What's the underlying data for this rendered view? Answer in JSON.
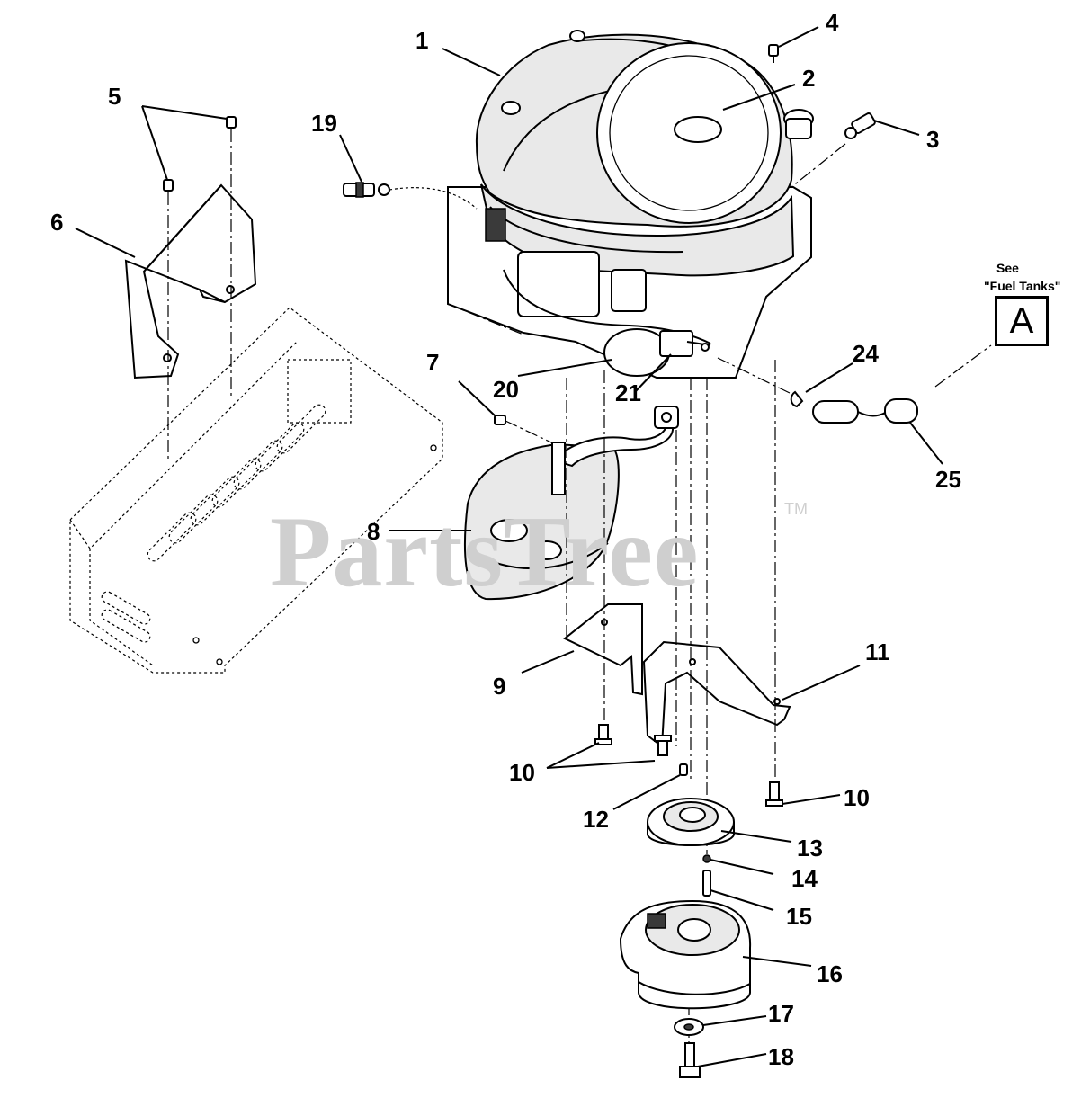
{
  "watermark": {
    "text": "PartsTree",
    "trademark": "TM"
  },
  "reference": {
    "see_label": "See",
    "section_label": "\"Fuel Tanks\"",
    "box_letter": "A"
  },
  "callouts": [
    {
      "id": "c1",
      "label": "1"
    },
    {
      "id": "c2",
      "label": "2"
    },
    {
      "id": "c3",
      "label": "3"
    },
    {
      "id": "c4",
      "label": "4"
    },
    {
      "id": "c5",
      "label": "5"
    },
    {
      "id": "c6",
      "label": "6"
    },
    {
      "id": "c7",
      "label": "7"
    },
    {
      "id": "c8",
      "label": "8"
    },
    {
      "id": "c9",
      "label": "9"
    },
    {
      "id": "c10a",
      "label": "10"
    },
    {
      "id": "c10b",
      "label": "10"
    },
    {
      "id": "c11",
      "label": "11"
    },
    {
      "id": "c12",
      "label": "12"
    },
    {
      "id": "c13",
      "label": "13"
    },
    {
      "id": "c14",
      "label": "14"
    },
    {
      "id": "c15",
      "label": "15"
    },
    {
      "id": "c16",
      "label": "16"
    },
    {
      "id": "c17",
      "label": "17"
    },
    {
      "id": "c18",
      "label": "18"
    },
    {
      "id": "c19",
      "label": "19"
    },
    {
      "id": "c20",
      "label": "20"
    },
    {
      "id": "c21",
      "label": "21"
    },
    {
      "id": "c24",
      "label": "24"
    },
    {
      "id": "c25",
      "label": "25"
    }
  ]
}
